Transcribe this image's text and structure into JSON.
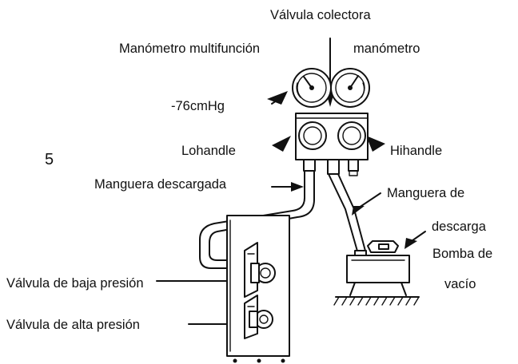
{
  "figure_number": "5",
  "labels": {
    "manifold_valve": "Válvula colectora",
    "compound_gauge": "Manómetro multifunción",
    "gauge": "manómetro",
    "vacuum_reading": "-76cmHg",
    "low_handle": "Lohandle",
    "high_handle": "Hihandle",
    "discharged_hose": "Manguera descargada",
    "discharge_hose_line1": "Manguera de",
    "discharge_hose_line2": "descarga",
    "vacuum_pump_line1": "Bomba de",
    "vacuum_pump_line2": "vacío",
    "low_pressure_valve": "Válvula de baja presión",
    "high_pressure_valve": "Válvula de alta presión"
  }
}
